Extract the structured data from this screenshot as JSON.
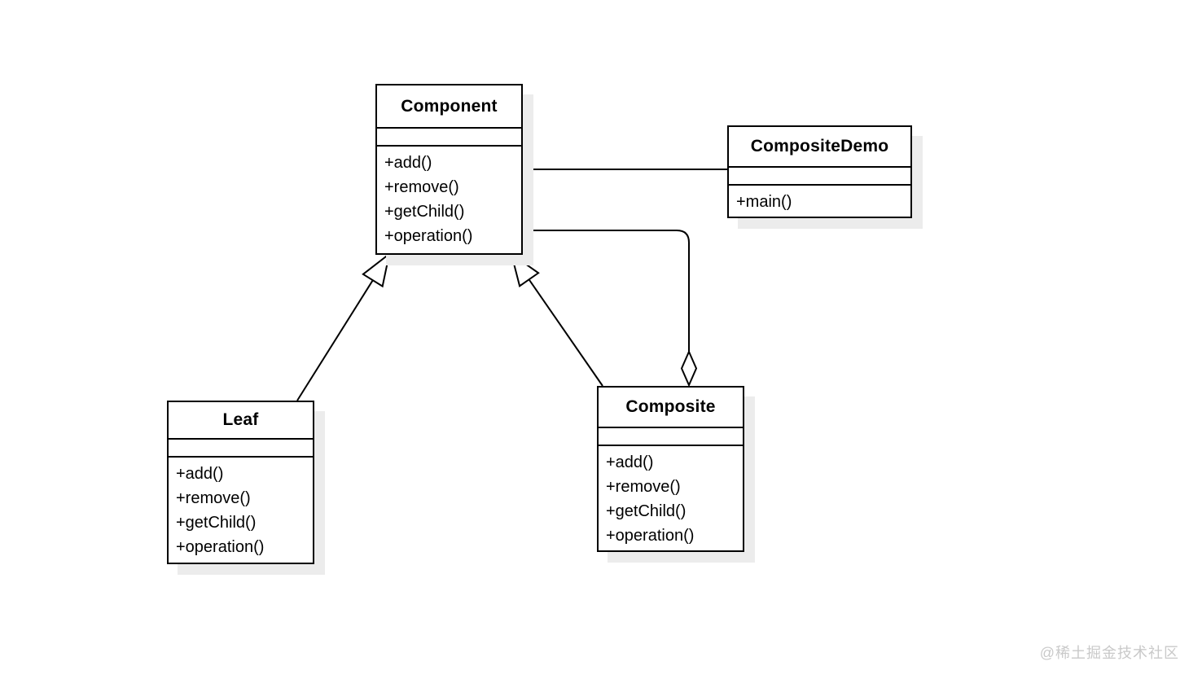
{
  "diagram": {
    "classes": [
      {
        "name": "Component",
        "attributes": [],
        "methods": [
          "+add()",
          "+remove()",
          "+getChild()",
          "+operation()"
        ]
      },
      {
        "name": "CompositeDemo",
        "attributes": [],
        "methods": [
          "+main()"
        ]
      },
      {
        "name": "Leaf",
        "attributes": [],
        "methods": [
          "+add()",
          "+remove()",
          "+getChild()",
          "+operation()"
        ]
      },
      {
        "name": "Composite",
        "attributes": [],
        "methods": [
          "+add()",
          "+remove()",
          "+getChild()",
          "+operation()"
        ]
      }
    ],
    "relationships": [
      {
        "type": "association",
        "from": "Component",
        "to": "CompositeDemo"
      },
      {
        "type": "generalization",
        "from": "Leaf",
        "to": "Component"
      },
      {
        "type": "generalization",
        "from": "Composite",
        "to": "Component"
      },
      {
        "type": "aggregation",
        "from": "Component",
        "to": "Composite",
        "diamond_at": "Composite"
      }
    ]
  },
  "watermark": "@稀土掘金技术社区",
  "colors": {
    "line": "#000000",
    "box_background": "#ffffff",
    "box_shadow": "#ececec",
    "watermark": "#c9c9c9",
    "page_background": "#ffffff"
  }
}
